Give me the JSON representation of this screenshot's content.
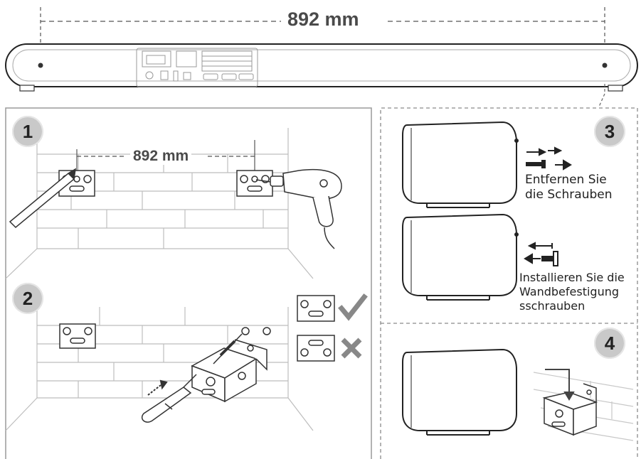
{
  "top_dimension": "892 mm",
  "step1": {
    "badge": "1",
    "dimension": "892 mm"
  },
  "step2": {
    "badge": "2",
    "correct_icon": "check-mark-icon",
    "wrong_icon": "cross-mark-icon"
  },
  "step3": {
    "badge": "3",
    "remove_caption_line1": "Entfernen Sie",
    "remove_caption_line2": "die Schrauben",
    "install_caption_line1": "Installieren Sie die",
    "install_caption_line2": "Wandbefestigung",
    "install_caption_line3": "sschrauben"
  },
  "step4": {
    "badge": "4"
  },
  "colors": {
    "line": "#333333",
    "badge": "#c9c9c9",
    "panel_border": "#9a9a9a",
    "wall": "#bdbdbd"
  }
}
